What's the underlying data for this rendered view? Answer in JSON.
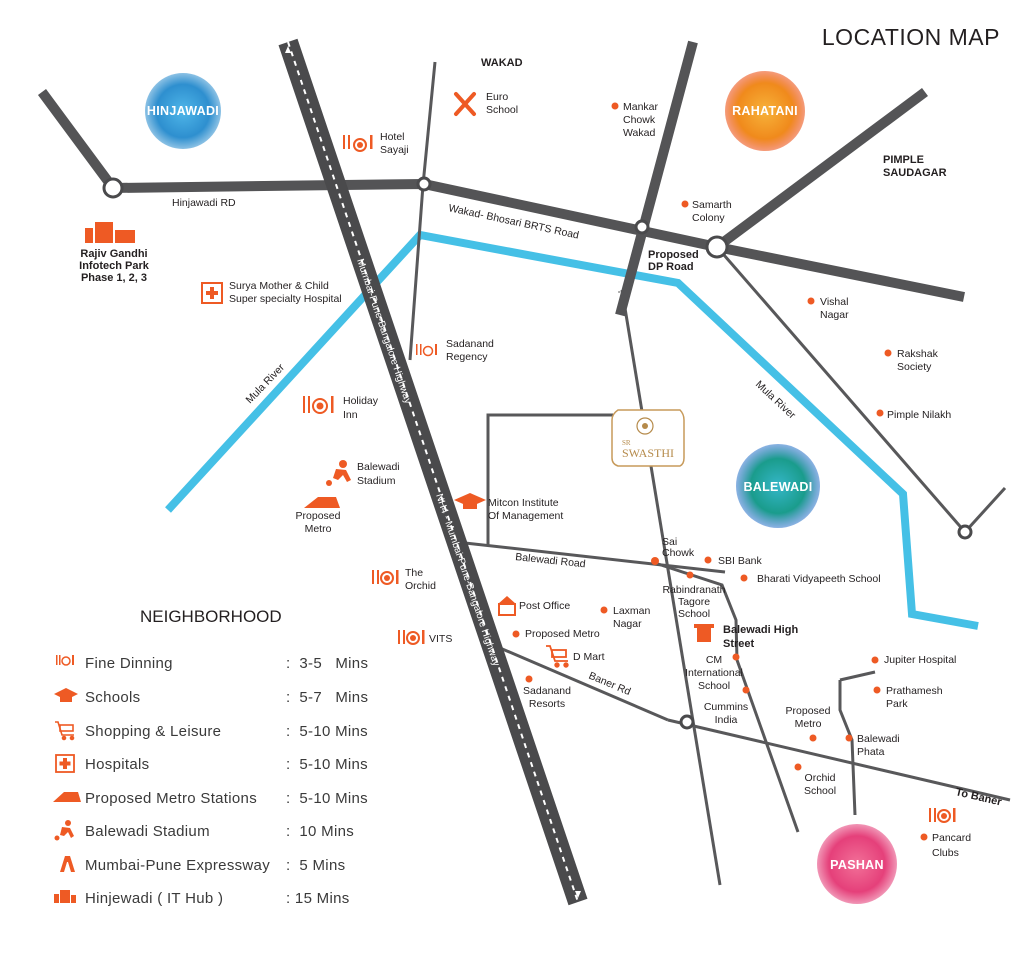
{
  "title": "LOCATION MAP",
  "colors": {
    "road": "#545456",
    "river": "#45c0e6",
    "accent": "#ee5a24",
    "hinjawadi": "#2e8fcf",
    "rahatani": "#f39a1e",
    "balewadi": "#1a9c8c",
    "pashan": "#e5407a"
  },
  "areas": {
    "hinjawadi": "HINJAWADI",
    "rahatani": "RAHATANI",
    "balewadi": "BALEWADI",
    "pashan": "PASHAN"
  },
  "region_labels": {
    "wakad": "WAKAD",
    "pimple_1": "PIMPLE",
    "pimple_2": "SAUDAGAR"
  },
  "roads": {
    "hinjawadi_rd": "Hinjawadi RD",
    "wakad_bhosari": "Wakad- Bhosari BRTS Road",
    "highway_top": "Mumbai-Pune-Bangalore Highway",
    "highway_bottom": "NH4 - Mumbai-Pune-Bangalore Highway",
    "balewadi_road": "Balewadi Road",
    "baner_rd": "Baner Rd",
    "to_baner": "To Baner",
    "proposed_dp_1": "Proposed",
    "proposed_dp_2": "DP Road",
    "mula_river_left": "Mula River",
    "mula_river_right": "Mula River"
  },
  "landmarks": {
    "euro_school_1": "Euro",
    "euro_school_2": "School",
    "hotel_sayaji_1": "Hotel",
    "hotel_sayaji_2": "Sayaji",
    "mankar_1": "Mankar",
    "mankar_2": "Chowk",
    "mankar_3": "Wakad",
    "samarth_1": "Samarth",
    "samarth_2": "Colony",
    "rajiv_1": "Rajiv Gandhi",
    "rajiv_2": "Infotech Park",
    "rajiv_3": "Phase 1, 2, 3",
    "surya_1": "Surya Mother & Child",
    "surya_2": "Super specialty Hospital",
    "vishal_1": "Vishal",
    "vishal_2": "Nagar",
    "sadanand_regency_1": "Sadanand",
    "sadanand_regency_2": "Regency",
    "rakshak_1": "Rakshak",
    "rakshak_2": "Society",
    "holiday_1": "Holiday",
    "holiday_2": "Inn",
    "pimple_nilakh": "Pimple Nilakh",
    "balewadi_stadium_1": "Balewadi",
    "balewadi_stadium_2": "Stadium",
    "proposed_metro_1": "Proposed",
    "proposed_metro_2": "Metro",
    "mitcon_1": "Mitcon Institute",
    "mitcon_2": "Of Management",
    "sai_chowk_1": "Sai",
    "sai_chowk_2": "Chowk",
    "sbi_bank": "SBI Bank",
    "bharati": "Bharati Vidyapeeth School",
    "the_orchid_1": "The",
    "the_orchid_2": "Orchid",
    "rabindranath_1": "Rabindranath",
    "rabindranath_2": "Tagore",
    "rabindranath_3": "School",
    "post_office": "Post Office",
    "laxman_1": "Laxman",
    "laxman_2": "Nagar",
    "vits": "VITS",
    "proposed_metro_mid": "Proposed Metro",
    "balewadi_high_1": "Balewadi High",
    "balewadi_high_2": "Street",
    "jupiter": "Jupiter Hospital",
    "d_mart": "D Mart",
    "cm_1": "CM",
    "cm_2": "International",
    "cm_3": "School",
    "prathamesh_1": "Prathamesh",
    "prathamesh_2": "Park",
    "sadanand_resorts_1": "Sadanand",
    "sadanand_resorts_2": "Resorts",
    "cummins_1": "Cummins",
    "cummins_2": "India",
    "proposed_metro_r1": "Proposed",
    "proposed_metro_r2": "Metro",
    "balewadi_phata_1": "Balewadi",
    "balewadi_phata_2": "Phata",
    "orchid_school_1": "Orchid",
    "orchid_school_2": "School",
    "pancard_1": "Pancard",
    "pancard_2": "Clubs"
  },
  "project": {
    "prefix": "SR",
    "name": "SWASTHI"
  },
  "neighborhood": {
    "title": "NEIGHBORHOOD",
    "items": [
      {
        "icon": "fine-dining-icon",
        "label": "Fine Dinning",
        "time": ":  3-5   Mins"
      },
      {
        "icon": "school-icon",
        "label": "Schools",
        "time": ":  5-7   Mins"
      },
      {
        "icon": "shopping-cart-icon",
        "label": "Shopping & Leisure",
        "time": ":  5-10 Mins"
      },
      {
        "icon": "hospital-icon",
        "label": "Hospitals",
        "time": ":  5-10 Mins"
      },
      {
        "icon": "metro-icon",
        "label": "Proposed Metro Stations",
        "time": ":  5-10 Mins"
      },
      {
        "icon": "stadium-icon",
        "label": "Balewadi Stadium",
        "time": ":  10 Mins"
      },
      {
        "icon": "expressway-icon",
        "label": "Mumbai-Pune Expressway",
        "time": ":  5 Mins"
      },
      {
        "icon": "it-hub-icon",
        "label": "Hinjewadi ( IT Hub )",
        "time": ": 15 Mins"
      }
    ]
  }
}
